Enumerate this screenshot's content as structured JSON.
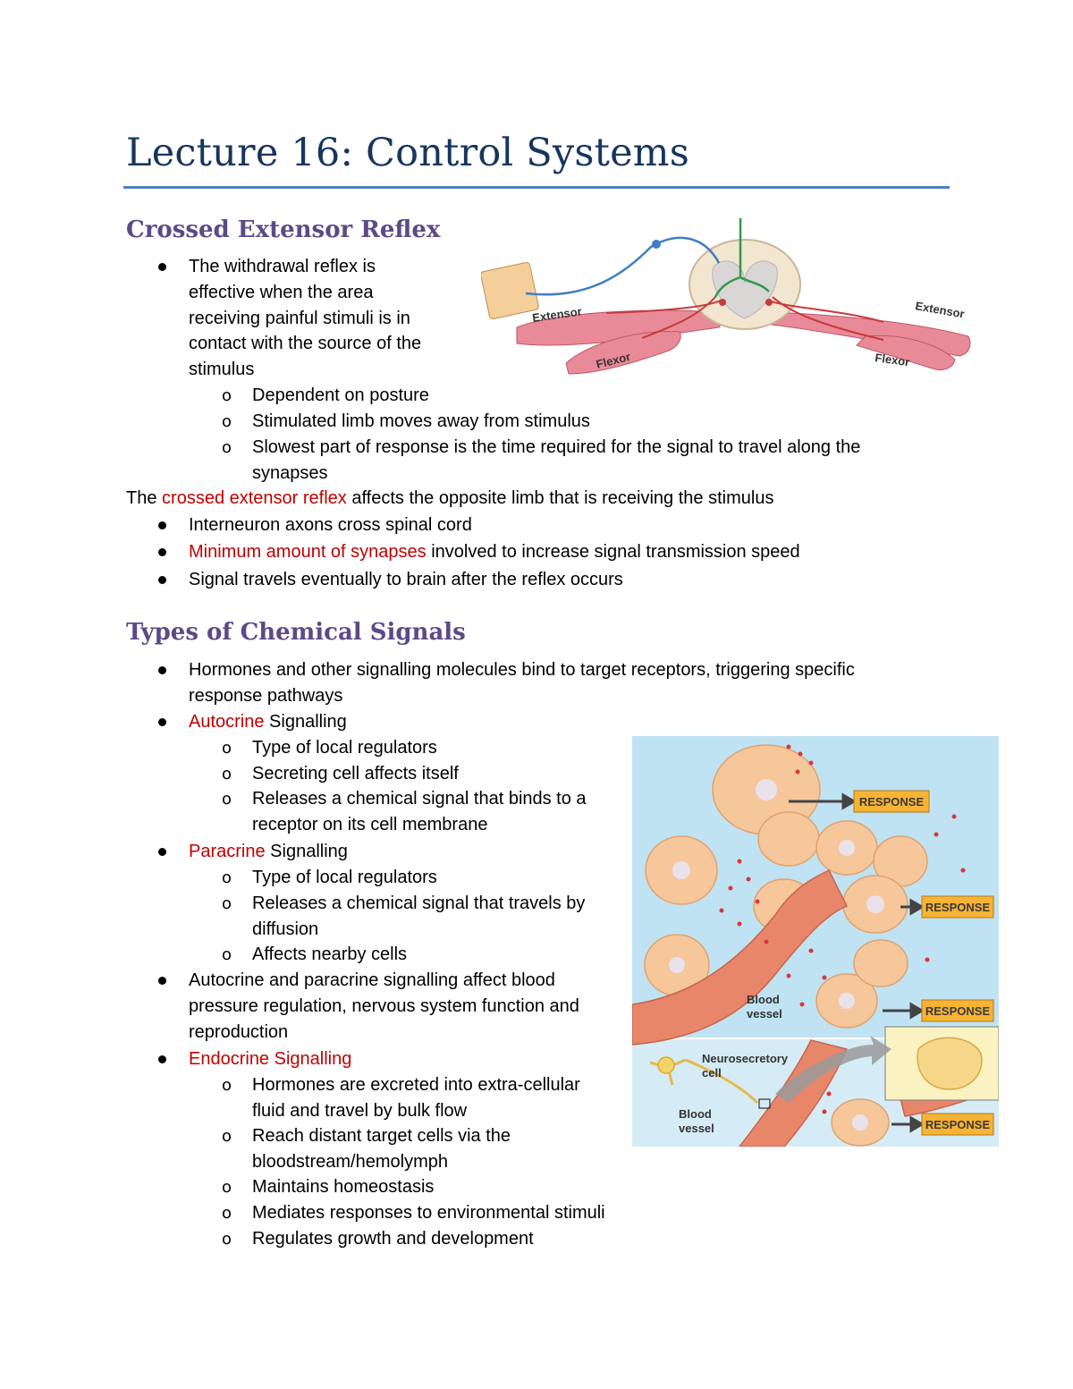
{
  "title": "Lecture 16: Control Systems",
  "section1": {
    "heading": "Crossed Extensor Reflex",
    "bullet1": [
      "The withdrawal reflex is",
      "effective when the area",
      "receiving painful stimuli is in",
      "contact with the source of the",
      "stimulus"
    ],
    "sub1": "Dependent on posture",
    "sub2": "Stimulated limb moves away from stimulus",
    "sub3": [
      "Slowest part of response is the time required for the signal to travel along the",
      "synapses"
    ],
    "para_pre": "The ",
    "para_red": "crossed extensor reflex",
    "para_post": " affects the opposite limb that is receiving the stimulus",
    "b2": "Interneuron axons cross spinal cord",
    "b3_red": "Minimum amount of synapses",
    "b3_rest": " involved to increase signal transmission speed",
    "b4": "Signal travels eventually to brain after the reflex occurs"
  },
  "figure1": {
    "labels": {
      "extensor_left": "Extensor",
      "flexor_left": "Flexor",
      "extensor_right": "Extensor",
      "flexor_right": "Flexor"
    }
  },
  "section2": {
    "heading": "Types of Chemical Signals",
    "b1": [
      "Hormones and other signalling molecules bind to target receptors, triggering specific",
      "response pathways"
    ],
    "autocrine_red": "Autocrine",
    "autocrine_rest": " Signalling",
    "auto_sub1": "Type of local regulators",
    "auto_sub2": "Secreting cell affects itself",
    "auto_sub3": [
      "Releases a chemical signal that binds to a",
      "receptor on its cell membrane"
    ],
    "paracrine_red": "Paracrine",
    "paracrine_rest": " Signalling",
    "para_sub1": "Type of local regulators",
    "para_sub2": [
      "Releases a chemical signal that travels by",
      "diffusion"
    ],
    "para_sub3": "Affects nearby cells",
    "b_blood": [
      "Autocrine and paracrine signalling affect blood",
      "pressure regulation, nervous system function and",
      "reproduction"
    ],
    "endocrine": "Endocrine Signalling",
    "endo_sub1": [
      "Hormones are excreted into extra-cellular",
      "fluid and travel by bulk flow"
    ],
    "endo_sub2": [
      "Reach distant target cells via the",
      "bloodstream/hemolymph"
    ],
    "endo_sub3": "Maintains homeostasis",
    "endo_sub4": "Mediates responses to environmental stimuli",
    "endo_sub5": "Regulates growth and development"
  },
  "figure2": {
    "response": "RESPONSE",
    "blood_vessel_1": [
      "Blood",
      "vessel"
    ],
    "neurosecretory": [
      "Neurosecretory",
      "cell"
    ],
    "blood_vessel_2": [
      "Blood",
      "vessel"
    ]
  },
  "colors": {
    "title": "#17365d",
    "rule": "#4f81bd",
    "heading": "#5b4a87",
    "red": "#c00000",
    "response_box": "#f7b334"
  }
}
